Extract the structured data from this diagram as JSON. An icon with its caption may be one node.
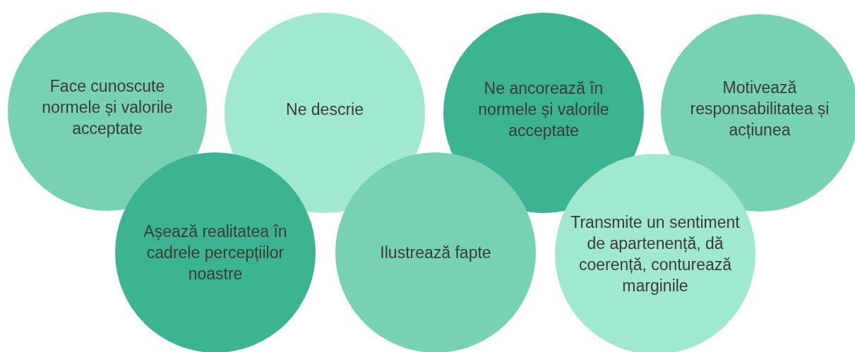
{
  "diagram": {
    "nodes": [
      {
        "text": [
          "Face cunoscute normele și valorile acceptate"
        ]
      },
      {
        "text": [
          "Ne descrie"
        ]
      },
      {
        "text": [
          "Ne ancorează în normele și valorile acceptate"
        ]
      },
      {
        "text": [
          "Motivează responsabilitatea și acțiunea"
        ]
      },
      {
        "text": [
          "Așează realitatea în cadrele percepțiilor noastre"
        ]
      },
      {
        "text": [
          "Ilustrează fapte"
        ]
      },
      {
        "text": [
          "Transmite un sentiment de apartenență, dă coerență, conturează marginile"
        ]
      }
    ]
  }
}
